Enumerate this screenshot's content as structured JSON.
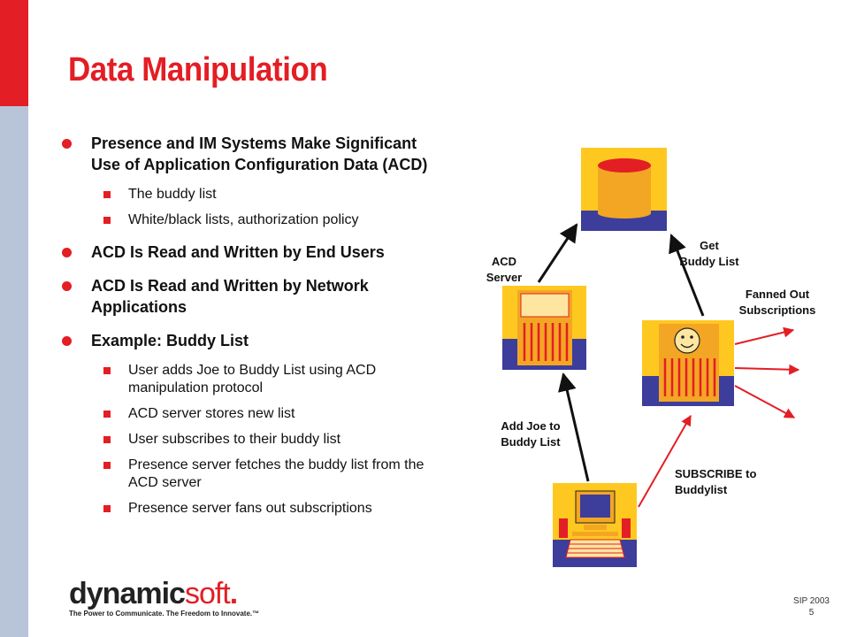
{
  "slide": {
    "title": "Data Manipulation",
    "bullets": [
      {
        "text": "Presence and IM Systems Make Significant Use of Application Configuration Data (ACD)",
        "sub": [
          "The buddy list",
          "White/black lists, authorization policy"
        ]
      },
      {
        "text": "ACD Is Read and Written by End Users",
        "sub": []
      },
      {
        "text": "ACD Is Read and Written by Network Applications",
        "sub": []
      },
      {
        "text": "Example: Buddy List",
        "sub": [
          "User adds Joe to Buddy List using ACD manipulation protocol",
          "ACD server stores new list",
          "User subscribes to their buddy list",
          "Presence server fetches the buddy list from the ACD server",
          "Presence server fans out subscriptions"
        ]
      }
    ]
  },
  "diagram": {
    "labels": {
      "acd_server": [
        "ACD",
        "Server"
      ],
      "get_buddy_list": [
        "Get",
        "Buddy List"
      ],
      "fanned_out": [
        "Fanned Out",
        "Subscriptions"
      ],
      "add_joe": [
        "Add Joe to",
        "Buddy List"
      ],
      "subscribe": [
        "SUBSCRIBE to",
        "Buddylist"
      ]
    },
    "icons": {
      "database": "database-icon",
      "acd_server": "server-icon",
      "presence_server": "smiley-server-icon",
      "client": "computer-icon"
    },
    "colors": {
      "accent": "#e31e24",
      "tile": "#3d3d9c",
      "yellow": "#ffc820",
      "orange": "#f3a623"
    }
  },
  "logo": {
    "word_main": "dynamic",
    "word_soft": "soft",
    "dot": ".",
    "tagline": "The Power to Communicate. The Freedom to Innovate.™"
  },
  "footer": {
    "label": "SIP 2003",
    "page": "5"
  }
}
